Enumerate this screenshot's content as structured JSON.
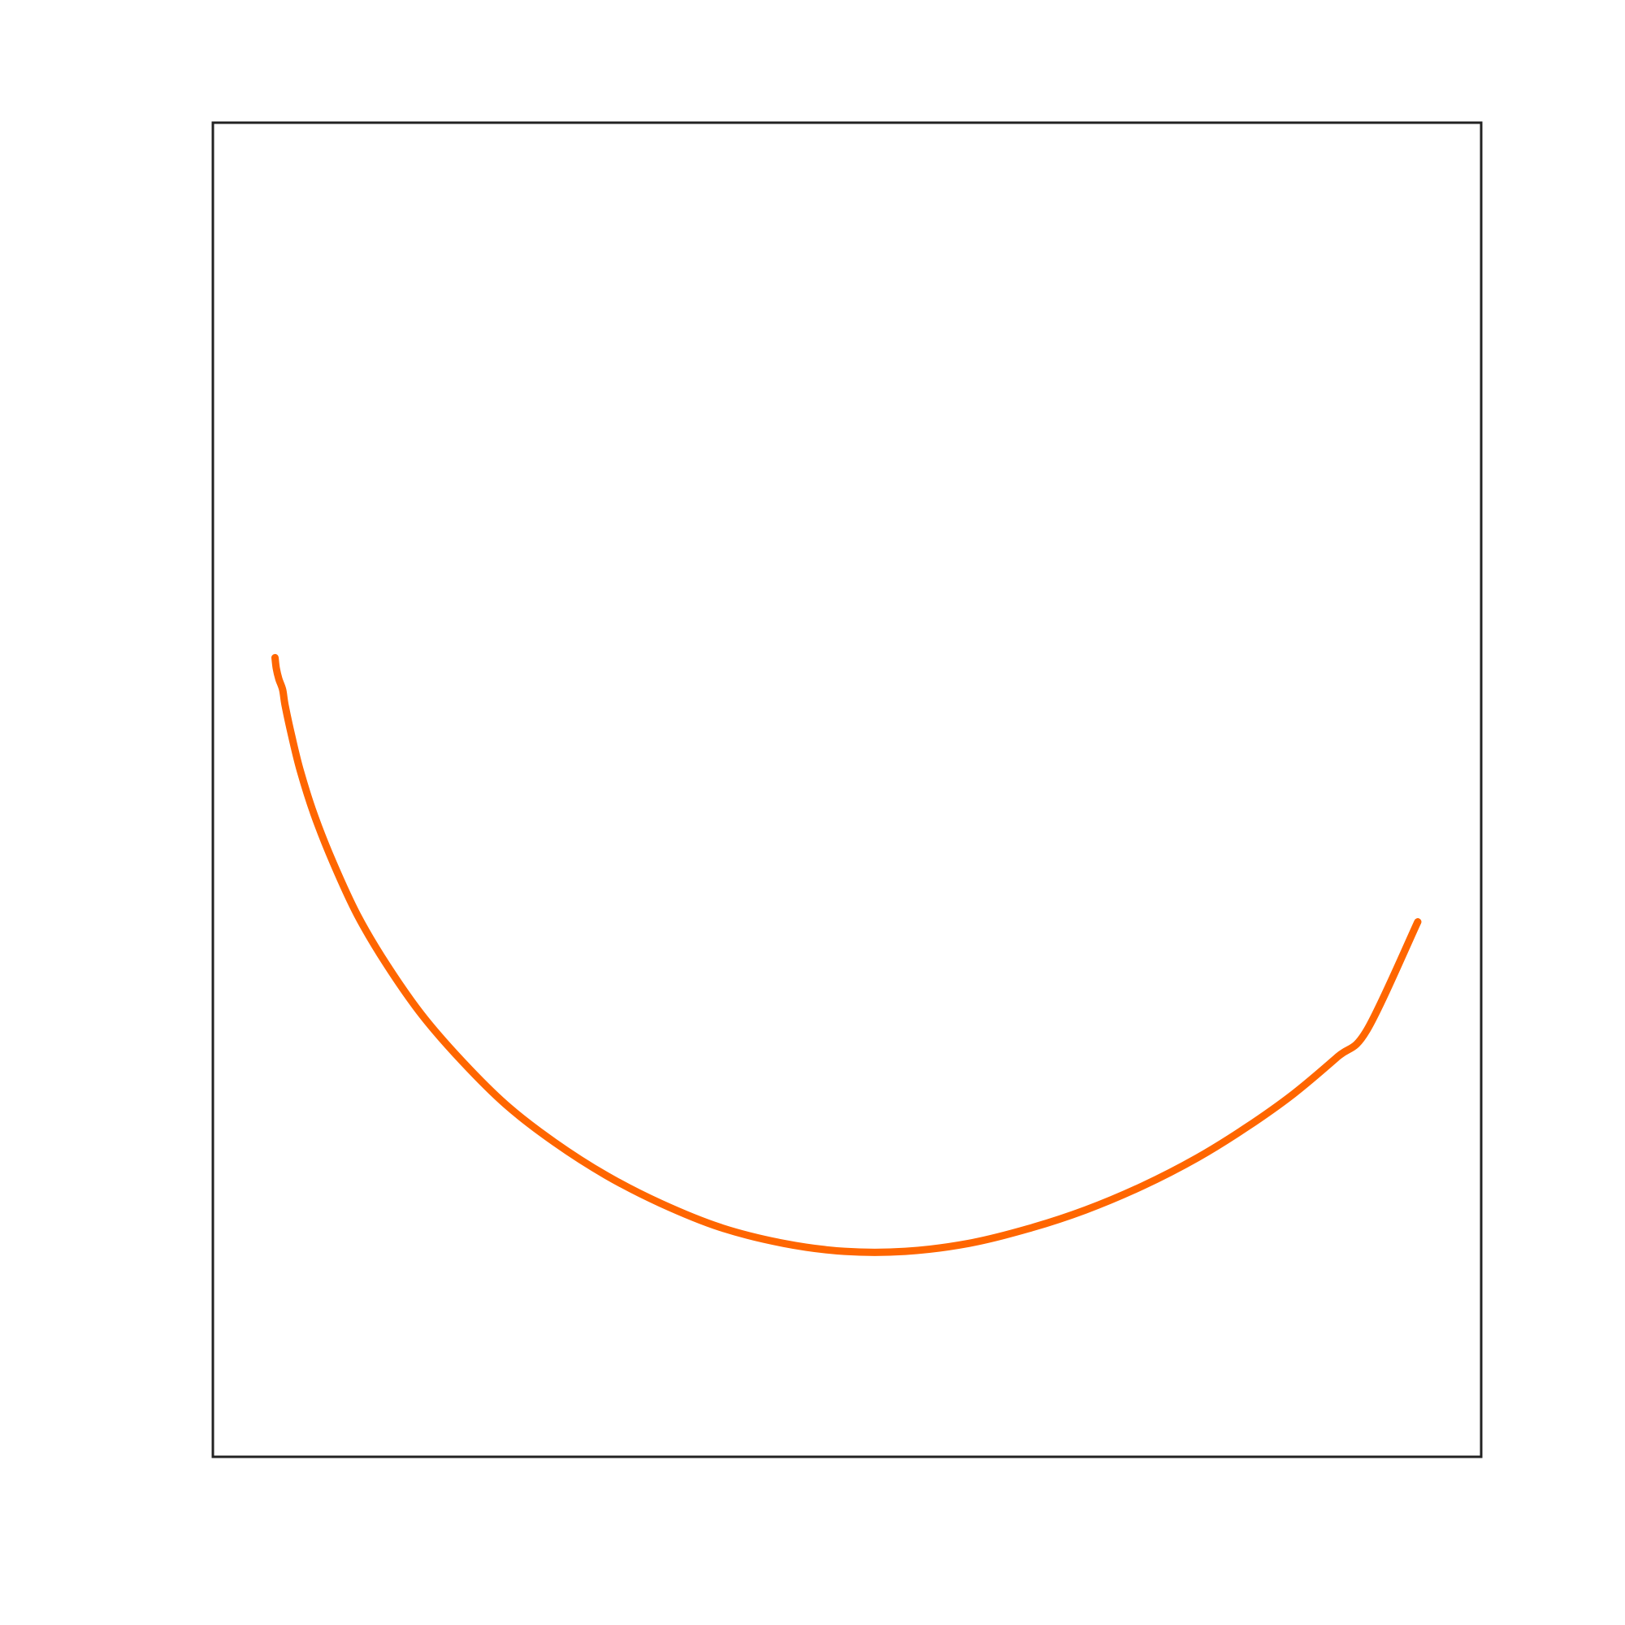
{
  "chart_data": {
    "type": "line",
    "title": "",
    "xlabel": "",
    "ylabel": "",
    "grid": false,
    "legend": "none",
    "xlim": [
      0,
      1
    ],
    "ylim": [
      0,
      1
    ],
    "series": [
      {
        "color": "#ff6600",
        "x": [
          0.049,
          0.05,
          0.052,
          0.055,
          0.057,
          0.062,
          0.069,
          0.08,
          0.095,
          0.114,
          0.137,
          0.165,
          0.197,
          0.231,
          0.269,
          0.31,
          0.353,
          0.4,
          0.45,
          0.498,
          0.546,
          0.596,
          0.643,
          0.688,
          0.733,
          0.776,
          0.815,
          0.852,
          0.887,
          0.91,
          0.95
        ],
        "y": [
          0.599,
          0.591,
          0.583,
          0.575,
          0.563,
          0.541,
          0.514,
          0.481,
          0.445,
          0.406,
          0.369,
          0.331,
          0.296,
          0.264,
          0.236,
          0.211,
          0.19,
          0.172,
          0.16,
          0.154,
          0.154,
          0.16,
          0.171,
          0.185,
          0.203,
          0.224,
          0.247,
          0.272,
          0.3,
          0.32,
          0.401
        ]
      }
    ]
  }
}
